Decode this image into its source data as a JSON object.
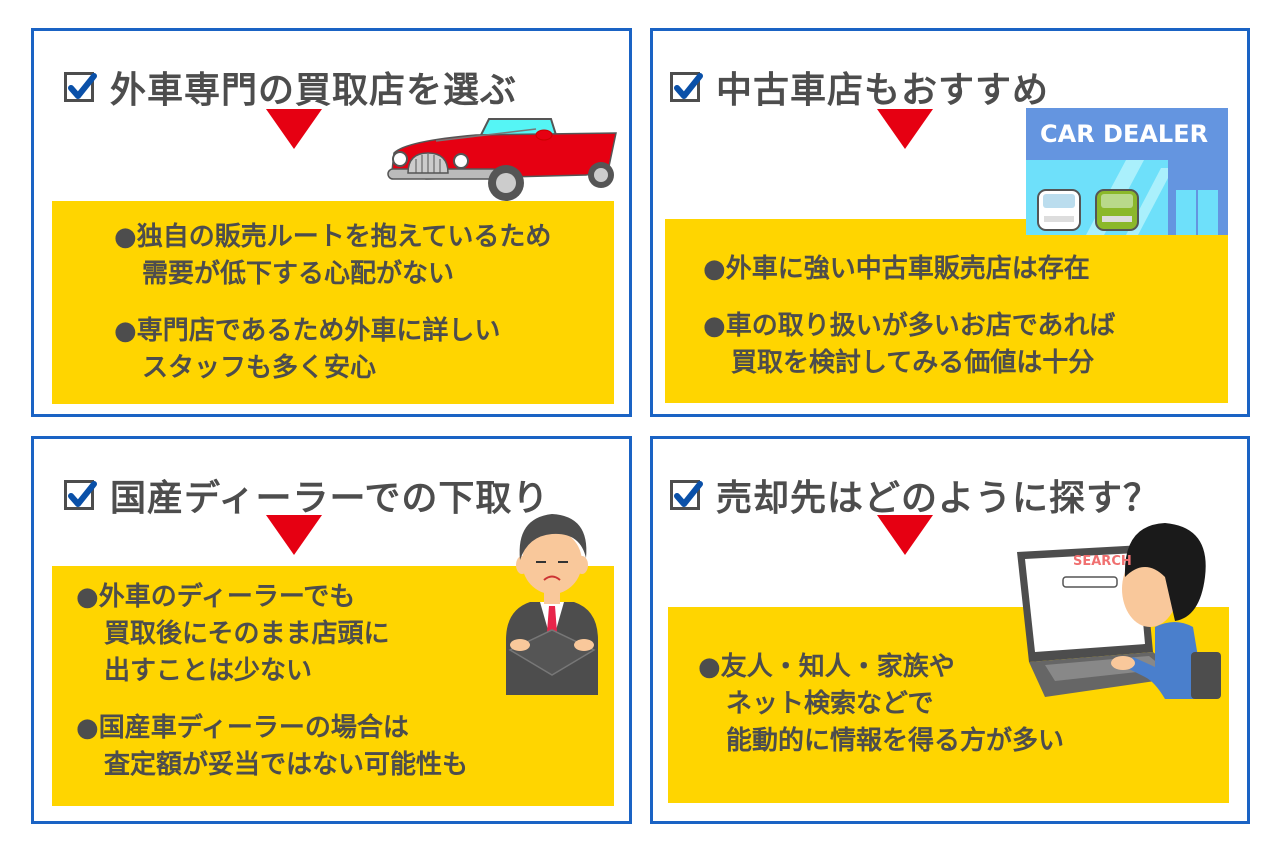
{
  "colors": {
    "panel_border": "#1a63c4",
    "title_text": "#4d4d4d",
    "checkmark": "#0a50a8",
    "arrow": "#e60012",
    "highlight_box": "#ffd500",
    "body_text": "#4d4d4d"
  },
  "panels": [
    {
      "title": "外車専門の買取店を選ぶ",
      "icon": "checkbox-checked-icon",
      "illustration": "red-convertible-car",
      "bullets": [
        {
          "marker": "●",
          "lines": [
            "独自の販売ルートを抱えているため",
            "需要が低下する心配がない"
          ]
        },
        {
          "marker": "●",
          "lines": [
            "専門店であるため外車に詳しい",
            "スタッフも多く安心"
          ]
        }
      ]
    },
    {
      "title": "中古車店もおすすめ",
      "icon": "checkbox-checked-icon",
      "illustration": "car-dealer-storefront",
      "illustration_label": "CAR DEALER",
      "bullets": [
        {
          "marker": "●",
          "lines": [
            "外車に強い中古車販売店は存在"
          ]
        },
        {
          "marker": "●",
          "lines": [
            "車の取り扱いが多いお店であれば",
            "買取を検討してみる価値は十分"
          ]
        }
      ]
    },
    {
      "title": "国産ディーラーでの下取り",
      "icon": "checkbox-checked-icon",
      "illustration": "businessman-crossed-arms",
      "bullets": [
        {
          "marker": "●",
          "lines": [
            "外車のディーラーでも",
            "買取後にそのまま店頭に",
            "出すことは少ない"
          ]
        },
        {
          "marker": "●",
          "lines": [
            "国産車ディーラーの場合は",
            "査定額が妥当ではない可能性も"
          ]
        }
      ]
    },
    {
      "title": "売却先はどのように探す？",
      "icon": "checkbox-checked-icon",
      "illustration": "person-searching-laptop",
      "illustration_label": "SEARCH",
      "bullets": [
        {
          "marker": "●",
          "lines": [
            "友人・知人・家族や",
            "ネット検索などで",
            "能動的に情報を得る方が多い"
          ]
        }
      ]
    }
  ]
}
